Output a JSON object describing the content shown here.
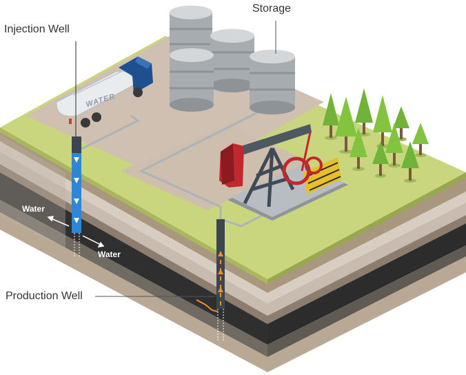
{
  "labels": {
    "storage": "Storage",
    "injection_well": "Injection Well",
    "production_well": "Production Well",
    "water_left": "Water",
    "water_right": "Water",
    "truck_tank": "WATER"
  },
  "colors": {
    "grass": "#c9d67d",
    "pad": "#cfc0b1",
    "water_flow": "#2f86d6",
    "oil_flow": "#f0902a",
    "pumpjack_head": "#c0282d",
    "truck_cab": "#1e4f8f",
    "tree": "#7cbf3c"
  }
}
